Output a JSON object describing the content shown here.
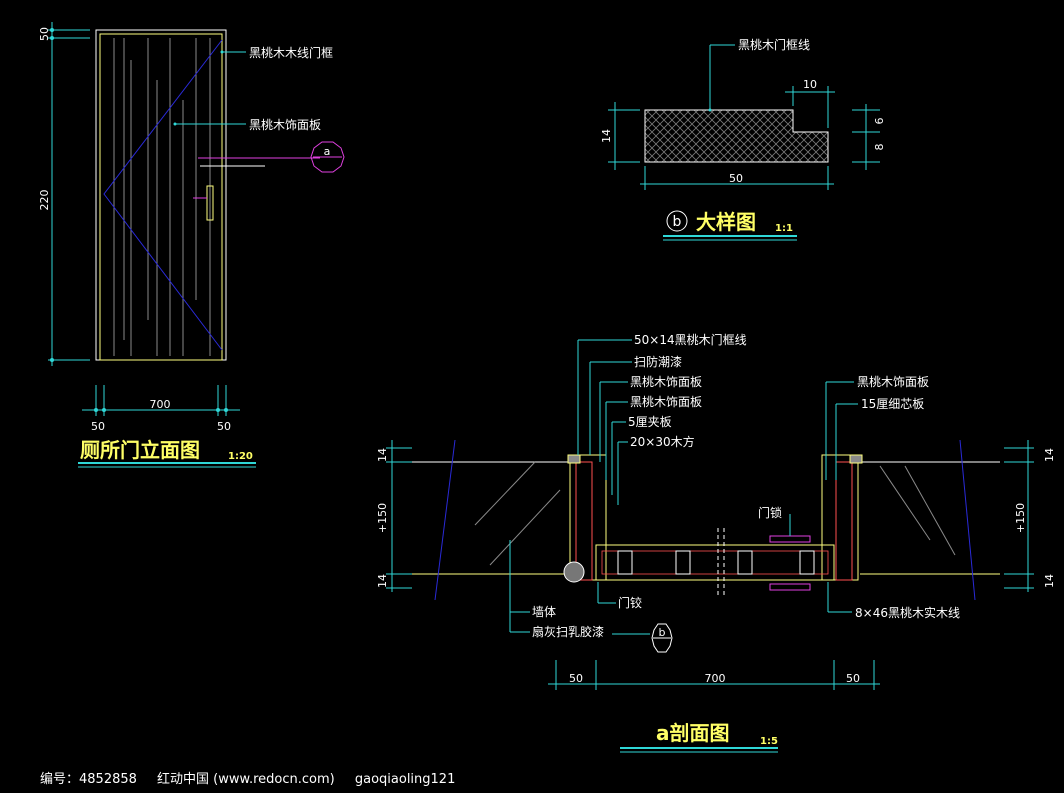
{
  "elevation": {
    "title": "厕所门立面图",
    "scale": "1:20",
    "dim_top": "50",
    "dim_height": "220",
    "dim_width": "700",
    "dim_left": "50",
    "dim_right": "50",
    "label_frame": "黑桃木木线门框",
    "label_panel": "黑桃木饰面板",
    "section_marker": "a"
  },
  "detail_b": {
    "label_top": "黑桃木门框线",
    "dim_10": "10",
    "dim_14": "14",
    "dim_6": "6",
    "dim_8": "8",
    "dim_50": "50",
    "marker": "b",
    "title": "大样图",
    "scale": "1:1"
  },
  "section_a": {
    "title": "a剖面图",
    "scale": "1:5",
    "labels_left": [
      "50×14黑桃木门框线",
      "扫防潮漆",
      "黑桃木饰面板",
      "黑桃木饰面板",
      "5厘夹板",
      "20×30木方"
    ],
    "labels_right": [
      "黑桃木饰面板",
      "15厘细芯板"
    ],
    "label_lock": "门锁",
    "label_hinge": "门铰",
    "label_wall": "墙体",
    "label_paint": "扇灰扫乳胶漆",
    "label_strip": "8×46黑桃木实木线",
    "marker": "b",
    "dims_left": [
      "14",
      "+150",
      "14"
    ],
    "dims_right": [
      "14",
      "+150",
      "14"
    ],
    "dims_bottom": [
      "50",
      "700",
      "50"
    ]
  },
  "footer": {
    "id_text": "编号：4852858",
    "site": "红动中国 (www.redocn.com)",
    "user": "gaoqiaoling121"
  }
}
